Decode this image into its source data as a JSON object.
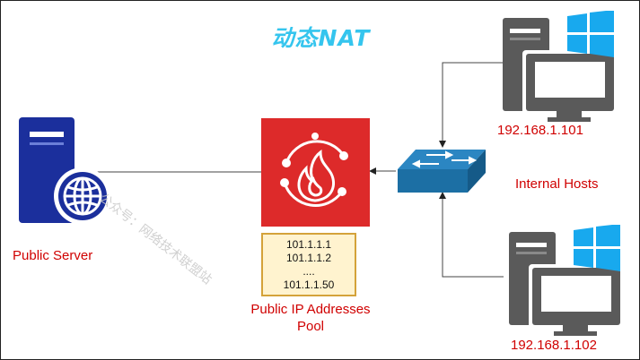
{
  "title": "动态NAT",
  "public_server": {
    "label": "Public Server"
  },
  "pool": {
    "addresses": [
      "101.1.1.1",
      "101.1.1.2",
      "....",
      "101.1.1.50"
    ],
    "label_line1": "Public IP Addresses",
    "label_line2": "Pool"
  },
  "internal_hosts": {
    "label": "Internal Hosts"
  },
  "hosts": [
    {
      "ip": "192.168.1.101"
    },
    {
      "ip": "192.168.1.102"
    }
  ],
  "watermark": "公众号：网络技术联盟站",
  "colors": {
    "title": "#35c5ee",
    "label_red": "#d00000",
    "firewall_bg": "#dd2a2a",
    "switch": "#1c6fa4",
    "server_blue": "#1b2f9c",
    "host_gray": "#5a5a5a",
    "windows_blue": "#18a9ee",
    "pool_bg": "#fff3cf",
    "pool_border": "#d4a23a"
  },
  "icons": [
    "server-globe-icon",
    "firewall-icon",
    "switch-icon",
    "windows-pc-icon"
  ]
}
